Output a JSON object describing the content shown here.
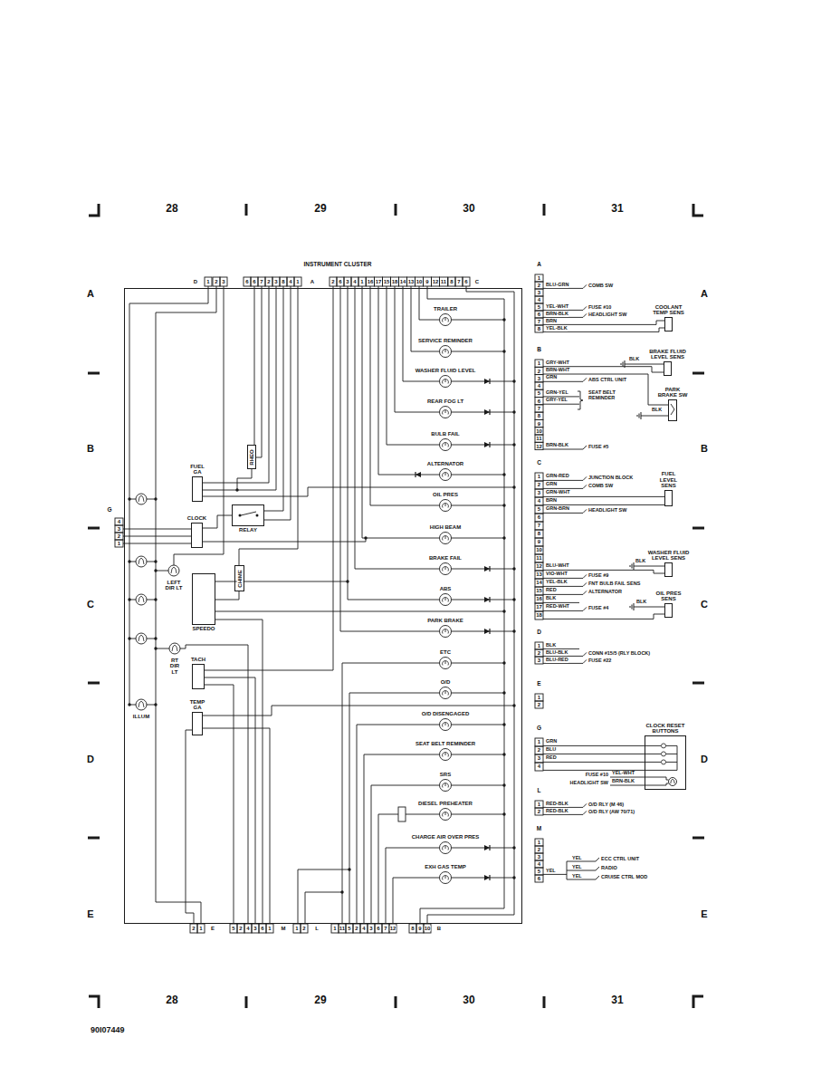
{
  "diagram": {
    "nodes": [
      {
        "text": [
          "INSTRUMENT CLUSTER"
        ]
      },
      {
        "text": [
          "RHEO"
        ],
        "in": 0
      },
      {
        "text": [
          "RELAY"
        ],
        "in": 0
      },
      {
        "text": [
          "CHIME"
        ],
        "in": 0
      },
      {
        "text": [
          "FUEL GA"
        ],
        "in": 0
      },
      {
        "text": [
          "CLOCK"
        ],
        "in": 0
      },
      {
        "text": [
          "SPEEDO"
        ],
        "in": 0
      },
      {
        "text": [
          "TACH"
        ],
        "in": 0
      },
      {
        "text": [
          "TEMP GA"
        ],
        "in": 0
      },
      {
        "text": [
          "COOLANT TEMP SENS"
        ]
      },
      {
        "text": [
          "BRAKE FLUID LEVEL SENS"
        ]
      },
      {
        "text": [
          "PARK BRAKE SW"
        ]
      },
      {
        "text": [
          "FUEL LEVEL SENS"
        ]
      },
      {
        "text": [
          "WASHER FLUID LEVEL SENS"
        ]
      },
      {
        "text": [
          "OIL PRES SENS"
        ]
      },
      {
        "text": [
          "CLOCK RESET BUTTONS"
        ]
      }
    ],
    "edges": [
      {
        "from": 5,
        "to": 2,
        "arrow": "none"
      }
    ],
    "labels": [
      "28",
      "29",
      "30",
      "31",
      "28",
      "29",
      "30",
      "31",
      "A",
      "B",
      "C",
      "D",
      "E",
      "A",
      "B",
      "C",
      "D",
      "E",
      "D",
      "1",
      "2",
      "3",
      "6",
      "6",
      "7",
      "2",
      "3",
      "8",
      "4",
      "1",
      "A",
      "2",
      "6",
      "3",
      "4",
      "1",
      "16",
      "17",
      "15",
      "18",
      "14",
      "13",
      "10",
      "9",
      "12",
      "11",
      "8",
      "7",
      "6",
      "C",
      "2",
      "1",
      "E",
      "5",
      "2",
      "4",
      "3",
      "6",
      "1",
      "M",
      "1",
      "2",
      "L",
      "1",
      "11",
      "5",
      "2",
      "4",
      "3",
      "6",
      "7",
      "12",
      "8",
      "9",
      "10",
      "B",
      "TRAILER",
      "SERVICE REMINDER",
      "WASHER FLUID LEVEL",
      "REAR FOG LT",
      "BULB FAIL",
      "ALTERNATOR",
      "OIL PRES",
      "HIGH BEAM",
      "BRAKE FAIL",
      "ABS",
      "PARK BRAKE",
      "ETC",
      "O/D",
      "O/D DISENGAGED",
      "SEAT BELT REMINDER",
      "SRS",
      "DIESEL PREHEATER",
      "CHARGE AIR OVER PRES",
      "EXH GAS TEMP",
      "LEFT DIR LT",
      "RT DIR LT",
      "ILLUM",
      "G",
      "4",
      "3",
      "2",
      "1",
      "A",
      "1",
      "2",
      "3",
      "4",
      "5",
      "6",
      "7",
      "8",
      "BLU-GRN",
      "COMB SW",
      "YEL-WHT",
      "FUSE #10",
      "BRN-BLK",
      "HEADLIGHT SW",
      "BRN",
      "YEL-BLK",
      "B",
      "1",
      "2",
      "3",
      "4",
      "5",
      "6",
      "7",
      "8",
      "9",
      "10",
      "11",
      "12",
      "GRY-WHT",
      "BLK",
      "BRN-WHT",
      "GRN",
      "ABS CTRL UNIT",
      "GRN-YEL",
      "GRY-YEL",
      "SEAT BELT REMINDER",
      "BLK",
      "BRN-BLK",
      "FUSE #5",
      "C",
      "1",
      "2",
      "3",
      "4",
      "5",
      "6",
      "7",
      "8",
      "9",
      "10",
      "11",
      "12",
      "13",
      "14",
      "15",
      "16",
      "17",
      "18",
      "GRN-RED",
      "JUNCTION BLOCK",
      "GRN",
      "COMB SW",
      "GRN-WHT",
      "BRN",
      "GRN-BRN",
      "HEADLIGHT SW",
      "BLU-WHT",
      "BLK",
      "VIO-WHT",
      "FUSE #9",
      "YEL-BLK",
      "FNT BULB FAIL SENS",
      "RED",
      "ALTERNATOR",
      "BLK",
      "RED-WHT",
      "FUSE #4",
      "BLK",
      "D",
      "1",
      "2",
      "3",
      "BLK",
      "BLU-BLK",
      "CONN #15/5 (RLY BLOCK)",
      "BLU-RED",
      "FUSE #22",
      "E",
      "1",
      "2",
      "G",
      "1",
      "2",
      "3",
      "4",
      "GRN",
      "BLU",
      "RED",
      "YEL-WHT",
      "FUSE #10",
      "BRN-BLK",
      "HEADLIGHT SW",
      "L",
      "1",
      "2",
      "RED-BLK",
      "O/D RLY (M 46)",
      "RED-BLK",
      "O/D RLY (AW 70/71)",
      "M",
      "1",
      "2",
      "3",
      "4",
      "5",
      "6",
      "YEL",
      "YEL",
      "ECC CTRL UNIT",
      "YEL",
      "RADIO",
      "YEL",
      "CRUISE CTRL MOD",
      "90I07449"
    ]
  }
}
